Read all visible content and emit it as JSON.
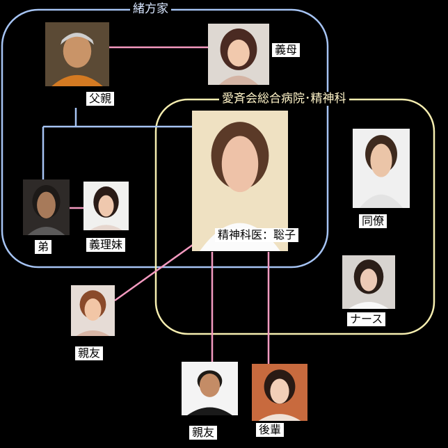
{
  "groups": {
    "family": "緒方家",
    "hospital": "愛斉会総合病院･精神科"
  },
  "people": {
    "father": "父親",
    "mother_in_law": "義母",
    "brother": "弟",
    "sister_in_law": "義理妹",
    "psychiatrist": "精神科医：聡子",
    "colleague": "同僚",
    "nurse": "ナース",
    "best_friend_1": "親友",
    "best_friend_2": "親友",
    "junior": "後輩"
  },
  "colors": {
    "family_border": "#a6c4f4",
    "hospital_border": "#f6eeb0",
    "blood_line": "#a6c4f4",
    "relation_line": "#f49ac0"
  }
}
